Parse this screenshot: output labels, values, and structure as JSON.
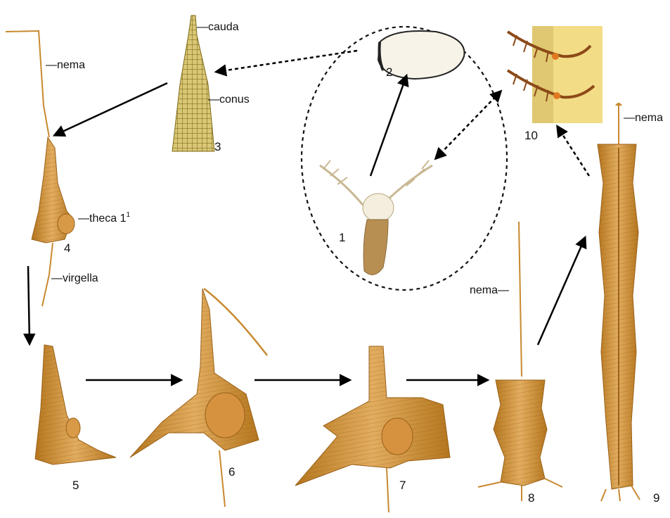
{
  "labels": {
    "cauda": "—cauda",
    "conus": "—conus",
    "nema_4": "—nema",
    "theca_main": "—theca 1",
    "theca_sup": "1",
    "virgella": "—virgella",
    "nema_8": "nema—",
    "nema_9": "—nema"
  },
  "numbers": [
    "1",
    "2",
    "3",
    "4",
    "5",
    "6",
    "7",
    "8",
    "9",
    "10"
  ],
  "colors": {
    "specimen": "#c8892e",
    "specimen_dark": "#9a6118",
    "specimen_light": "#e5b36a",
    "conus": "#a8932a",
    "panel10_bg": "#f3dc86",
    "arrow": "#000000"
  }
}
